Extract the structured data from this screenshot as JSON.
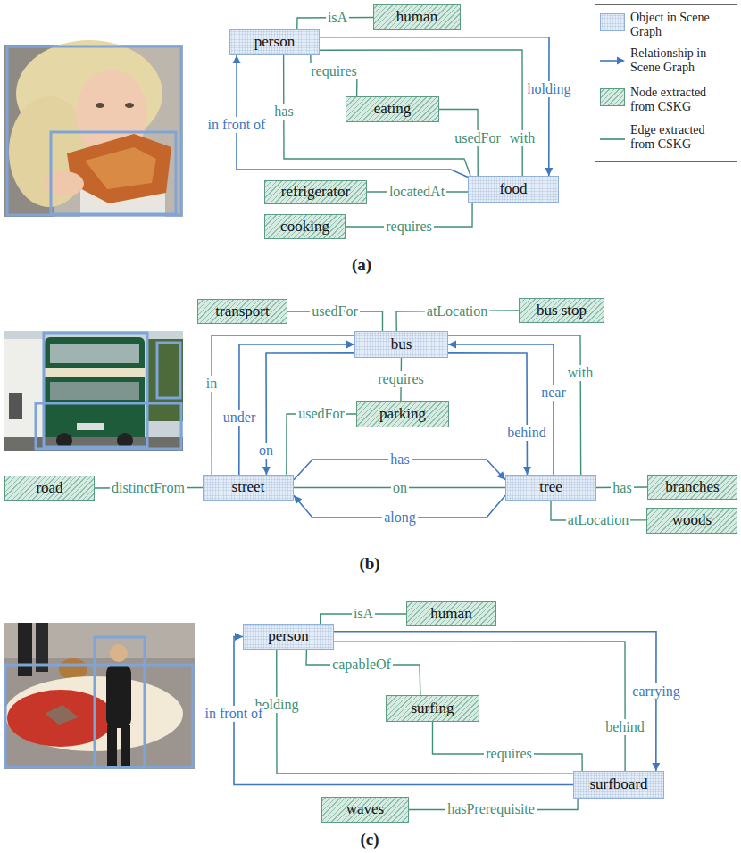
{
  "diagram": {
    "nodes": [
      {
        "text": [
          "person"
        ]
      },
      {
        "text": [
          "human"
        ]
      },
      {
        "text": [
          "eating"
        ]
      },
      {
        "text": [
          "food"
        ]
      },
      {
        "text": [
          "refrigerator"
        ]
      },
      {
        "text": [
          "cooking"
        ]
      },
      {
        "text": [
          "transport"
        ]
      },
      {
        "text": [
          "bus"
        ]
      },
      {
        "text": [
          "bus stop"
        ]
      },
      {
        "text": [
          "parking"
        ]
      },
      {
        "text": [
          "road"
        ]
      },
      {
        "text": [
          "street"
        ]
      },
      {
        "text": [
          "tree"
        ]
      },
      {
        "text": [
          "branches"
        ]
      },
      {
        "text": [
          "woods"
        ]
      },
      {
        "text": [
          "person"
        ]
      },
      {
        "text": [
          "human"
        ]
      },
      {
        "text": [
          "surfing"
        ]
      },
      {
        "text": [
          "surfboard"
        ]
      },
      {
        "text": [
          "waves"
        ]
      }
    ],
    "edges": [
      {
        "from": 0,
        "to": 1,
        "label": "isA",
        "arrow": "none"
      },
      {
        "from": 0,
        "to": 2,
        "label": "requires",
        "arrow": "none"
      },
      {
        "from": 2,
        "to": 3,
        "label": "usedFor",
        "arrow": "none"
      },
      {
        "from": 0,
        "to": 3,
        "label": "holding",
        "arrow": "to"
      },
      {
        "from": 3,
        "to": 0,
        "label": "in front of",
        "arrow": "to"
      },
      {
        "from": 0,
        "to": 3,
        "label": "has",
        "arrow": "none"
      },
      {
        "from": 0,
        "to": 3,
        "label": "with",
        "arrow": "none"
      },
      {
        "from": 3,
        "to": 4,
        "label": "locatedAt",
        "arrow": "none"
      },
      {
        "from": 3,
        "to": 5,
        "label": "requires",
        "arrow": "none"
      },
      {
        "from": 7,
        "to": 6,
        "label": "usedFor",
        "arrow": "none"
      },
      {
        "from": 7,
        "to": 8,
        "label": "atLocation",
        "arrow": "none"
      },
      {
        "from": 7,
        "to": 9,
        "label": "requires",
        "arrow": "none"
      },
      {
        "from": 9,
        "to": 11,
        "label": "usedFor",
        "arrow": "none"
      },
      {
        "from": 11,
        "to": 7,
        "label": "in",
        "arrow": "none"
      },
      {
        "from": 11,
        "to": 7,
        "label": "under",
        "arrow": "to"
      },
      {
        "from": 7,
        "to": 11,
        "label": "on",
        "arrow": "to"
      },
      {
        "from": 11,
        "to": 12,
        "label": "has",
        "arrow": "to"
      },
      {
        "from": 11,
        "to": 12,
        "label": "on",
        "arrow": "none"
      },
      {
        "from": 12,
        "to": 11,
        "label": "along",
        "arrow": "to"
      },
      {
        "from": 7,
        "to": 12,
        "label": "behind",
        "arrow": "to"
      },
      {
        "from": 12,
        "to": 7,
        "label": "near",
        "arrow": "to"
      },
      {
        "from": 12,
        "to": 7,
        "label": "with",
        "arrow": "none"
      },
      {
        "from": 10,
        "to": 11,
        "label": "distinctFrom",
        "arrow": "none"
      },
      {
        "from": 12,
        "to": 13,
        "label": "has",
        "arrow": "none"
      },
      {
        "from": 12,
        "to": 14,
        "label": "atLocation",
        "arrow": "none"
      },
      {
        "from": 15,
        "to": 16,
        "label": "isA",
        "arrow": "none"
      },
      {
        "from": 15,
        "to": 17,
        "label": "capableOf",
        "arrow": "none"
      },
      {
        "from": 17,
        "to": 18,
        "label": "requires",
        "arrow": "none"
      },
      {
        "from": 15,
        "to": 18,
        "label": "holding",
        "arrow": "none"
      },
      {
        "from": 15,
        "to": 18,
        "label": "carrying",
        "arrow": "to"
      },
      {
        "from": 18,
        "to": 15,
        "label": "in front of",
        "arrow": "to"
      },
      {
        "from": 15,
        "to": 18,
        "label": "behind",
        "arrow": "none"
      },
      {
        "from": 18,
        "to": 19,
        "label": "hasPrerequisite",
        "arrow": "none"
      }
    ],
    "labels": [
      "(a)",
      "(b)",
      "(c)"
    ],
    "legend": [
      {
        "text": "Object in Scene Graph",
        "color": "#e3ecf7"
      },
      {
        "text": "Relationship in Scene Graph"
      },
      {
        "text": "Node extracted from CSKG",
        "color": "#d7ebe2"
      },
      {
        "text": "Edge extracted from CSKG"
      }
    ]
  }
}
